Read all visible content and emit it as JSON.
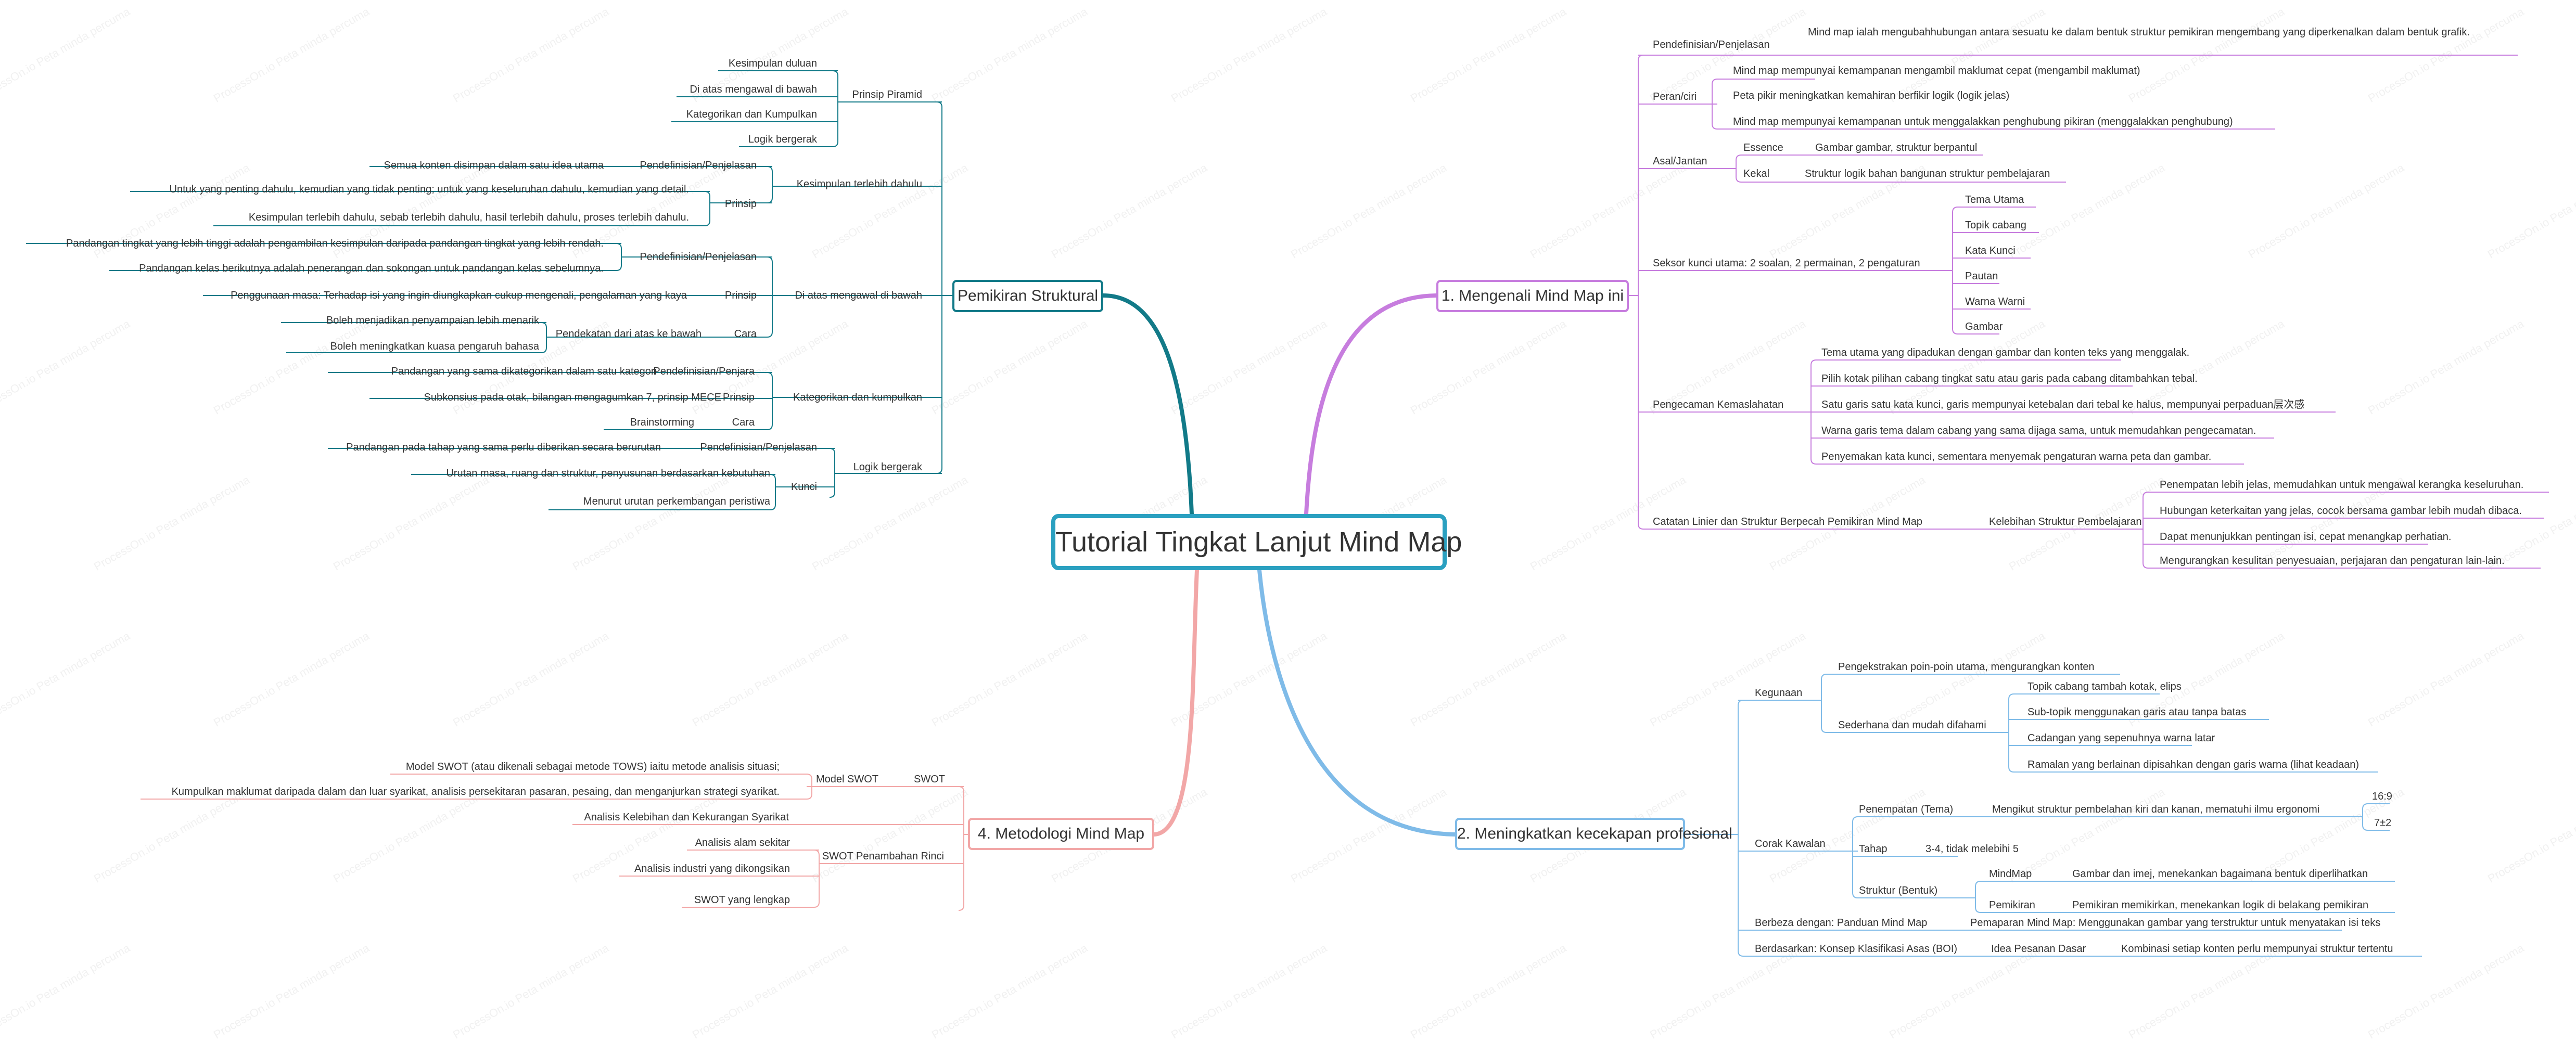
{
  "watermark": "ProcessOn.io Peta minda percuma",
  "colors": {
    "center_border": "#2aa0c0",
    "branch1": "#c77dde",
    "branch2": "#7fbbe8",
    "branch3": "#f2a7a7",
    "branch4": "#127a88"
  },
  "center": {
    "title": "Tutorial Tingkat Lanjut Mind Map"
  },
  "topics": {
    "b1": "1. Mengenali Mind Map ini",
    "b2": "2. Meningkatkan kecekapan profesional",
    "b3": "4. Metodologi Mind Map",
    "b4": "Pemikiran Struktural"
  },
  "b1": {
    "pendefinisian": "Pendefinisian/Penjelasan",
    "pendefinisian_text": "Mind map ialah mengubahhubungan antara sesuatu ke dalam bentuk struktur pemikiran mengembang yang diperkenalkan dalam bentuk grafik.",
    "peran": "Peran/ciri",
    "peran_items": [
      "Mind map mempunyai kemampanan mengambil maklumat cepat (mengambil maklumat)",
      "Peta pikir meningkatkan kemahiran berfikir logik (logik jelas)",
      "Mind map mempunyai kemampanan untuk menggalakkan penghubung pikiran (menggalakkan penghubung)"
    ],
    "asal": "Asal/Jantan",
    "essence": "Essence",
    "essence_text": "Gambar gambar, struktur berpantul",
    "kekal": "Kekal",
    "kekal_text": "Struktur logik bahan bangunan struktur pembelajaran",
    "seksor": "Seksor kunci utama: 2 soalan, 2 permainan, 2 pengaturan",
    "seksor_items": [
      "Tema Utama",
      "Topik cabang",
      "Kata Kunci",
      "Pautan",
      "Warna Warni",
      "Gambar"
    ],
    "pengecaman": "Pengecaman Kemaslahatan",
    "pengecaman_items": [
      "Tema utama yang dipadukan dengan gambar dan konten teks yang menggalak.",
      "Pilih kotak pilihan cabang tingkat satu atau garis pada cabang ditambahkan tebal.",
      "Satu garis satu kata kunci, garis mempunyai ketebalan dari tebal ke halus, mempunyai perpaduan层次感",
      "Warna garis tema dalam cabang yang sama dijaga sama, untuk memudahkan pengecamatan.",
      "Penyemakan kata kunci, sementara menyemak pengaturan warna peta dan gambar."
    ],
    "catatan": "Catatan Linier dan Struktur Berpecah Pemikiran Mind Map",
    "kelebihan": "Kelebihan Struktur Pembelajaran",
    "kelebihan_items": [
      "Penempatan lebih jelas, memudahkan untuk mengawal kerangka keseluruhan.",
      "Hubungan keterkaitan yang jelas, cocok bersama gambar lebih mudah dibaca.",
      "Dapat menunjukkan pentingan isi, cepat menangkap perhatian.",
      "Mengurangkan kesulitan penyesuaian, perjajaran dan pengaturan lain-lain."
    ]
  },
  "b2": {
    "kegunaan": "Kegunaan",
    "kegunaan_a": "Pengekstrakan poin-poin utama, mengurangkan konten",
    "kegunaan_b": "Sederhana dan mudah difahami",
    "kegunaan_b_items": [
      "Topik cabang tambah kotak, elips",
      "Sub-topik menggunakan garis atau tanpa batas",
      "Cadangan yang sepenuhnya warna latar",
      "Ramalan yang berlainan dipisahkan dengan garis warna (lihat keadaan)"
    ],
    "corak": "Corak Kawalan",
    "penempatan": "Penempatan (Tema)",
    "penempatan_text": "Mengikut struktur pembelahan kiri dan kanan, mematuhi ilmu ergonomi",
    "ratio1": "16:9",
    "ratio2": "7±2",
    "tahap": "Tahap",
    "tahap_text": "3-4, tidak melebihi 5",
    "struktur": "Struktur  (Bentuk)",
    "mindmap": "MindMap",
    "mindmap_text": "Gambar dan imej, menekankan bagaimana bentuk diperlihatkan",
    "pemikiran": "Pemikiran",
    "pemikiran_text": "Pemikiran memikirkan, menekankan logik di belakang pemikiran",
    "berbeza": "Berbeza dengan: Panduan Mind Map",
    "berbeza_text": "Pemaparan Mind Map: Menggunakan gambar yang terstruktur untuk menyatakan isi teks",
    "berdasarkan": "Berdasarkan: Konsep Klasifikasi Asas (BOI)",
    "idea": "Idea Pesanan Dasar",
    "idea_text": "Kombinasi setiap konten perlu mempunyai struktur tertentu"
  },
  "b3": {
    "swot": "SWOT",
    "model_swot": "Model SWOT",
    "model_swot_items": [
      "Model SWOT (atau dikenali sebagai metode TOWS) iaitu metode analisis situasi;",
      "Kumpulkan maklumat daripada dalam dan luar syarikat, analisis persekitaran pasaran, pesaing, dan menganjurkan strategi syarikat."
    ],
    "analisis_kelebihan": "Analisis Kelebihan dan Kekurangan Syarikat",
    "swot_rinci": "SWOT Penambahan Rinci",
    "swot_rinci_items": [
      "Analisis alam sekitar",
      "Analisis industri yang dikongsikan",
      "SWOT yang lengkap"
    ]
  },
  "b4": {
    "prinsip_piramid": "Prinsip Piramid",
    "piramid_items": [
      "Kesimpulan duluan",
      "Di atas mengawal di bawah",
      "Kategorikan dan Kumpulkan",
      "Logik bergerak"
    ],
    "kesimpulan": "Kesimpulan terlebih dahulu",
    "pendefinisian": "Pendefinisian/Penjelasan",
    "kesimpulan_def": "Semua konten disimpan dalam satu idea utama",
    "prinsip": "Prinsip",
    "kesimpulan_prinsip": [
      "Untuk yang penting dahulu, kemudian yang tidak penting; untuk yang keseluruhan dahulu, kemudian yang detail.",
      "Kesimpulan terlebih dahulu, sebab terlebih dahulu, hasil terlebih dahulu, proses terlebih dahulu."
    ],
    "diatas": "Di atas mengawal di bawah",
    "diatas_def": [
      "Pandangan tingkat yang lebih tinggi adalah pengambilan kesimpulan daripada pandangan tingkat yang lebih rendah.",
      "Pandangan kelas berikutnya adalah penerangan dan sokongan untuk pandangan kelas sebelumnya."
    ],
    "diatas_prinsip": "Penggunaan masa: Terhadap isi yang ingin diungkapkan cukup mengenali, pengalaman yang kaya",
    "cara": "Cara",
    "pendekatan": "Pendekatan dari atas ke bawah",
    "pendekatan_items": [
      "Boleh menjadikan penyampaian lebih menarik",
      "Boleh meningkatkan kuasa pengaruh bahasa"
    ],
    "kategorikan": "Kategorikan dan kumpulkan",
    "pendefinisian2": "Pendefinisian/Penjara",
    "kategorikan_def": "Pandangan yang sama dikategorikan dalam satu kategori",
    "kategorikan_prinsip": "Subkonsius pada otak, bilangan mengagumkan 7, prinsip MECE",
    "brainstorming": "Brainstorming",
    "logik": "Logik bergerak",
    "logik_def": "Pandangan pada tahap yang sama perlu diberikan secara berurutan",
    "kunci": "Kunci",
    "kunci_items": [
      "Urutan masa, ruang dan struktur, penyusunan berdasarkan kebutuhan",
      "Menurut urutan perkembangan peristiwa"
    ]
  }
}
